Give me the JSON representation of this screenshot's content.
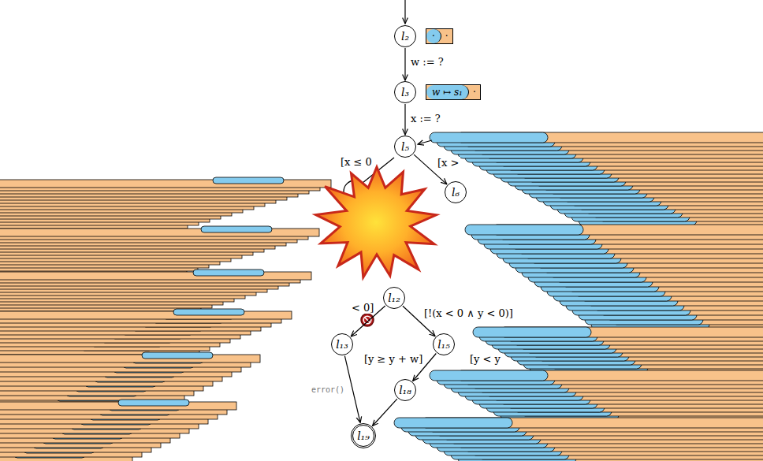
{
  "diagram": {
    "nodes": [
      {
        "text": [
          "l₂"
        ]
      },
      {
        "text": [
          "·",
          "·"
        ]
      },
      {
        "text": [
          "l₃"
        ]
      },
      {
        "text": [
          "w ↦ s₁",
          "·"
        ]
      },
      {
        "text": [
          "l₅"
        ]
      },
      {
        "text": [
          "l₆"
        ]
      },
      {
        "text": [
          "l₁₂"
        ]
      },
      {
        "text": [
          "l₁₃"
        ]
      },
      {
        "text": [
          "l₁₅"
        ]
      },
      {
        "text": [
          "l₁₈"
        ]
      },
      {
        "text": [
          "l₁₉"
        ]
      }
    ],
    "edges": [
      {
        "from": 0,
        "to": 2,
        "arrow": "to",
        "label": "w := ?"
      },
      {
        "from": 2,
        "to": 4,
        "arrow": "to",
        "label": "x := ?"
      },
      {
        "from": 4,
        "to": 5,
        "arrow": "to",
        "label": "[x >"
      },
      {
        "from": 6,
        "to": 7,
        "arrow": "to"
      },
      {
        "from": 6,
        "to": 8,
        "arrow": "to",
        "label": "[!(x < 0 ∧ y < 0)]"
      },
      {
        "from": 8,
        "to": 9,
        "arrow": "to",
        "label": "[y ≥ y + w]"
      },
      {
        "from": 7,
        "to": 10,
        "arrow": "to",
        "label": "error()"
      },
      {
        "from": 9,
        "to": 10,
        "arrow": "to"
      }
    ],
    "labels": [
      "[x ≤ 0",
      "< 0]",
      "[y < y"
    ]
  }
}
